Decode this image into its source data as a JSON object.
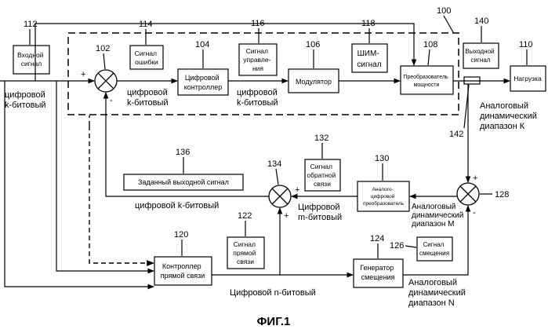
{
  "ref": {
    "r100": "100",
    "r102": "102",
    "r104": "104",
    "r106": "106",
    "r108": "108",
    "r110": "110",
    "r112": "112",
    "r114": "114",
    "r116": "116",
    "r118": "118",
    "r120": "120",
    "r122": "122",
    "r124": "124",
    "r126": "126",
    "r128": "128",
    "r130": "130",
    "r132": "132",
    "r134": "134",
    "r136": "136",
    "r140": "140",
    "r142": "142"
  },
  "blocks": {
    "input_signal": [
      "Входной",
      "сигнал"
    ],
    "error_signal": [
      "Сигнал",
      "ошибки"
    ],
    "digital_controller": [
      "Цифровой",
      "контроллер"
    ],
    "control_signal": [
      "Сигнал",
      "управле-",
      "ния"
    ],
    "modulator": "Модулятор",
    "pwm_signal": [
      "ШИМ-",
      "сигнал"
    ],
    "power_converter": [
      "Преобразователь",
      "мощности"
    ],
    "output_signal": [
      "Выходной",
      "сигнал"
    ],
    "load": "Нагрузка",
    "setpoint": "Заданный выходной сигнал",
    "feedback_signal": [
      "Сигнал",
      "обратной",
      "связи"
    ],
    "adc": [
      "Аналого-",
      "цифровой",
      "преобразователь"
    ],
    "feedforward_signal": [
      "Сигнал",
      "прямой",
      "связи"
    ],
    "feedforward_controller": [
      "Контроллер",
      "прямой связи"
    ],
    "offset_generator": [
      "Генератор",
      "смещения"
    ],
    "offset_signal": [
      "Сигнал",
      "смещения"
    ]
  },
  "wire_labels": {
    "digital_k_left": [
      "цифровой",
      "k-битовый"
    ],
    "digital_k_mid1": [
      "цифровой",
      "k-битовый"
    ],
    "digital_k_mid2": [
      "цифровой",
      "k-битовый"
    ],
    "analog_k": [
      "Аналоговый",
      "динамический",
      "диапазон К"
    ],
    "digital_k_feedback": "цифровой k-битовый",
    "digital_m": [
      "Цифровой",
      "m-битовый"
    ],
    "analog_m": [
      "Аналоговый",
      "динамический",
      "диапазон М"
    ],
    "digital_n": "Цифровой n-битовый",
    "analog_n": [
      "Аналоговый",
      "динамический",
      "диапазон N"
    ]
  },
  "signs": {
    "plus": "+",
    "minus": "-"
  },
  "caption": "ФИГ.1"
}
